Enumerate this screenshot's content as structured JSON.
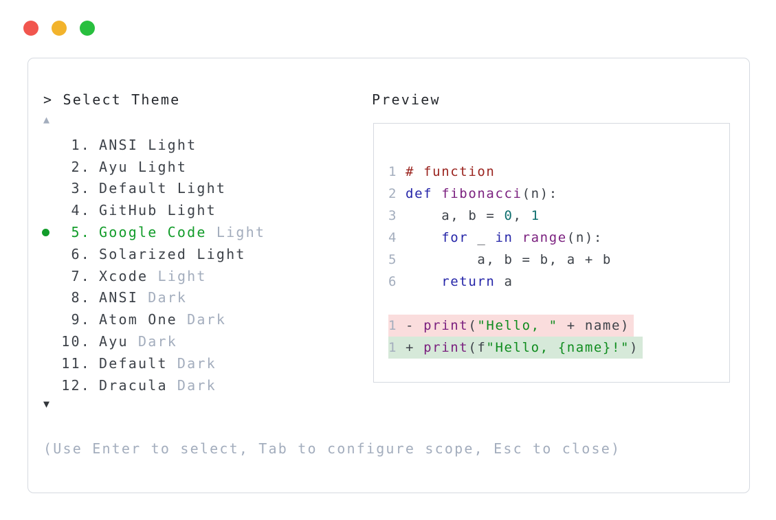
{
  "window": {
    "controls": [
      {
        "name": "close",
        "color": "#f1564e"
      },
      {
        "name": "minimize",
        "color": "#f2b32c"
      },
      {
        "name": "zoom",
        "color": "#28bf3e"
      }
    ]
  },
  "prompt": {
    "text": "> Select Theme"
  },
  "list": {
    "scroll_up_indicator": "▲",
    "scroll_down_indicator": "▼",
    "items": [
      {
        "num": "1.",
        "name": "ANSI Light",
        "suffix": "",
        "selected": false
      },
      {
        "num": "2.",
        "name": "Ayu Light",
        "suffix": "",
        "selected": false
      },
      {
        "num": "3.",
        "name": "Default Light",
        "suffix": "",
        "selected": false
      },
      {
        "num": "4.",
        "name": "GitHub Light",
        "suffix": "",
        "selected": false
      },
      {
        "num": "5.",
        "name": "Google Code",
        "suffix": " Light",
        "selected": true
      },
      {
        "num": "6.",
        "name": "Solarized Light",
        "suffix": "",
        "selected": false
      },
      {
        "num": "7.",
        "name": "Xcode",
        "suffix": " Light",
        "selected": false
      },
      {
        "num": "8.",
        "name": "ANSI",
        "suffix": " Dark",
        "selected": false
      },
      {
        "num": "9.",
        "name": "Atom One",
        "suffix": " Dark",
        "selected": false
      },
      {
        "num": "10.",
        "name": "Ayu",
        "suffix": " Dark",
        "selected": false
      },
      {
        "num": "11.",
        "name": "Default",
        "suffix": " Dark",
        "selected": false
      },
      {
        "num": "12.",
        "name": "Dracula",
        "suffix": " Dark",
        "selected": false
      }
    ]
  },
  "preview": {
    "label": "Preview",
    "code_lines": [
      {
        "no": "1",
        "tokens": [
          [
            "c",
            "# function"
          ]
        ]
      },
      {
        "no": "2",
        "tokens": [
          [
            "k",
            "def"
          ],
          [
            "p",
            " "
          ],
          [
            "t",
            "fibonacci"
          ],
          [
            "p",
            "(n):"
          ]
        ]
      },
      {
        "no": "3",
        "tokens": [
          [
            "p",
            "    a, b = "
          ],
          [
            "n",
            "0"
          ],
          [
            "p",
            ", "
          ],
          [
            "n",
            "1"
          ]
        ]
      },
      {
        "no": "4",
        "tokens": [
          [
            "p",
            "    "
          ],
          [
            "k",
            "for"
          ],
          [
            "p",
            " _ "
          ],
          [
            "k",
            "in"
          ],
          [
            "p",
            " "
          ],
          [
            "t",
            "range"
          ],
          [
            "p",
            "(n):"
          ]
        ]
      },
      {
        "no": "5",
        "tokens": [
          [
            "p",
            "        a, b = b, a + b"
          ]
        ]
      },
      {
        "no": "6",
        "tokens": [
          [
            "p",
            "    "
          ],
          [
            "k",
            "return"
          ],
          [
            "p",
            " a"
          ]
        ]
      }
    ],
    "diff_lines": [
      {
        "no": "1",
        "kind": "removed",
        "tokens": [
          [
            "p",
            "- "
          ],
          [
            "t",
            "print"
          ],
          [
            "p",
            "("
          ],
          [
            "s",
            "\"Hello, \""
          ],
          [
            "p",
            " + name)"
          ]
        ]
      },
      {
        "no": "1",
        "kind": "added",
        "tokens": [
          [
            "p",
            "+ "
          ],
          [
            "t",
            "print"
          ],
          [
            "p",
            "(f"
          ],
          [
            "s",
            "\"Hello, {name}!\""
          ],
          [
            "p",
            ")"
          ]
        ]
      }
    ]
  },
  "footer": {
    "hint": "(Use Enter to select, Tab to configure scope, Esc to close)"
  },
  "colors": {
    "accent_green": "#129c2a",
    "muted": "#a3adbd",
    "text_dark": "#3d4249",
    "heading": "#26292e",
    "border": "#d5d9e0",
    "traffic_red": "#f1564e",
    "traffic_yellow": "#f2b32c",
    "traffic_green": "#28bf3e",
    "code_comment": "#9a241f",
    "code_keyword": "#2525a8",
    "code_title": "#7a1f7e",
    "code_string": "#0f8c1e",
    "code_number": "#0e6e6e",
    "code_plain": "#3d4249",
    "diff_removed_bg": "#fadddd",
    "diff_added_bg": "#d6e9d9",
    "scroll_down": "#33363b"
  }
}
